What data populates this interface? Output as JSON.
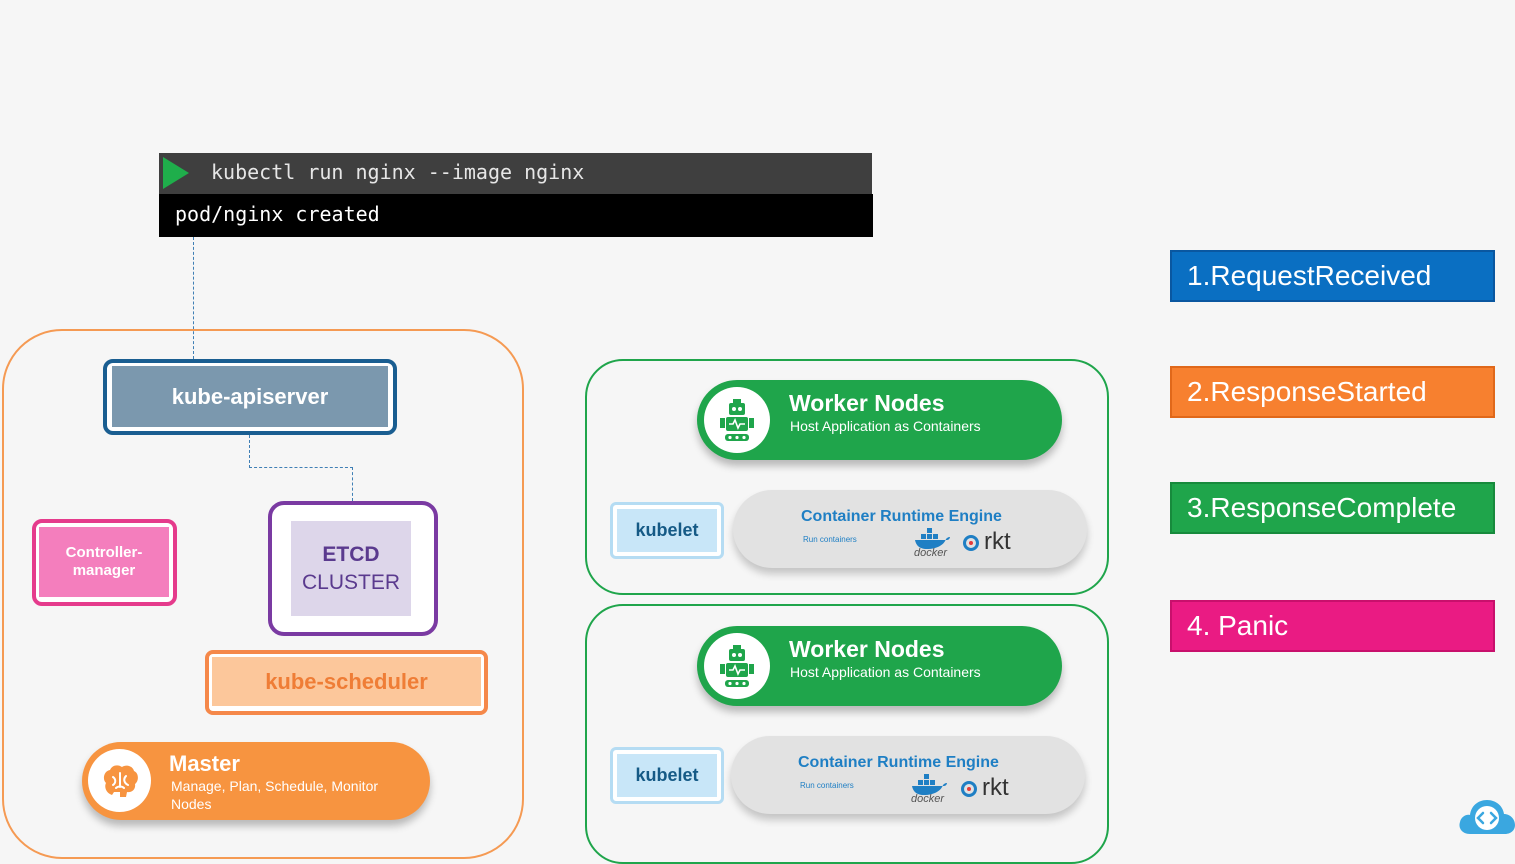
{
  "terminal": {
    "command": "kubectl run nginx --image nginx",
    "output": "pod/nginx created"
  },
  "master": {
    "apiserver_label": "kube-apiserver",
    "controller_label": "Controller-\nmanager",
    "etcd_title": "ETCD",
    "etcd_subtitle": "CLUSTER",
    "scheduler_label": "kube-scheduler",
    "title": "Master",
    "description": "Manage, Plan, Schedule, Monitor Nodes",
    "icon": "brain-icon"
  },
  "workers": [
    {
      "title": "Worker Nodes",
      "description": "Host Application as Containers",
      "kubelet_label": "kubelet",
      "runtime_title": "Container Runtime Engine",
      "runtime_sub": "Run containers",
      "docker_label": "docker",
      "rkt_label": "rkt"
    },
    {
      "title": "Worker Nodes",
      "description": "Host Application as Containers",
      "kubelet_label": "kubelet",
      "runtime_title": "Container Runtime Engine",
      "runtime_sub": "Run containers",
      "docker_label": "docker",
      "rkt_label": "rkt"
    }
  ],
  "legend": [
    {
      "label": "1.RequestReceived",
      "color": "#0a6fc2"
    },
    {
      "label": "2.ResponseStarted",
      "color": "#f7802f"
    },
    {
      "label": "3.ResponseComplete",
      "color": "#1fa54b"
    },
    {
      "label": "4. Panic",
      "color": "#ea1b83"
    }
  ],
  "colors": {
    "worker_green": "#1fa54b",
    "master_orange": "#f79440",
    "apiserver_blue": "#1a5e91",
    "etcd_purple": "#7a3aa2",
    "controller_pink": "#e53b8c"
  }
}
